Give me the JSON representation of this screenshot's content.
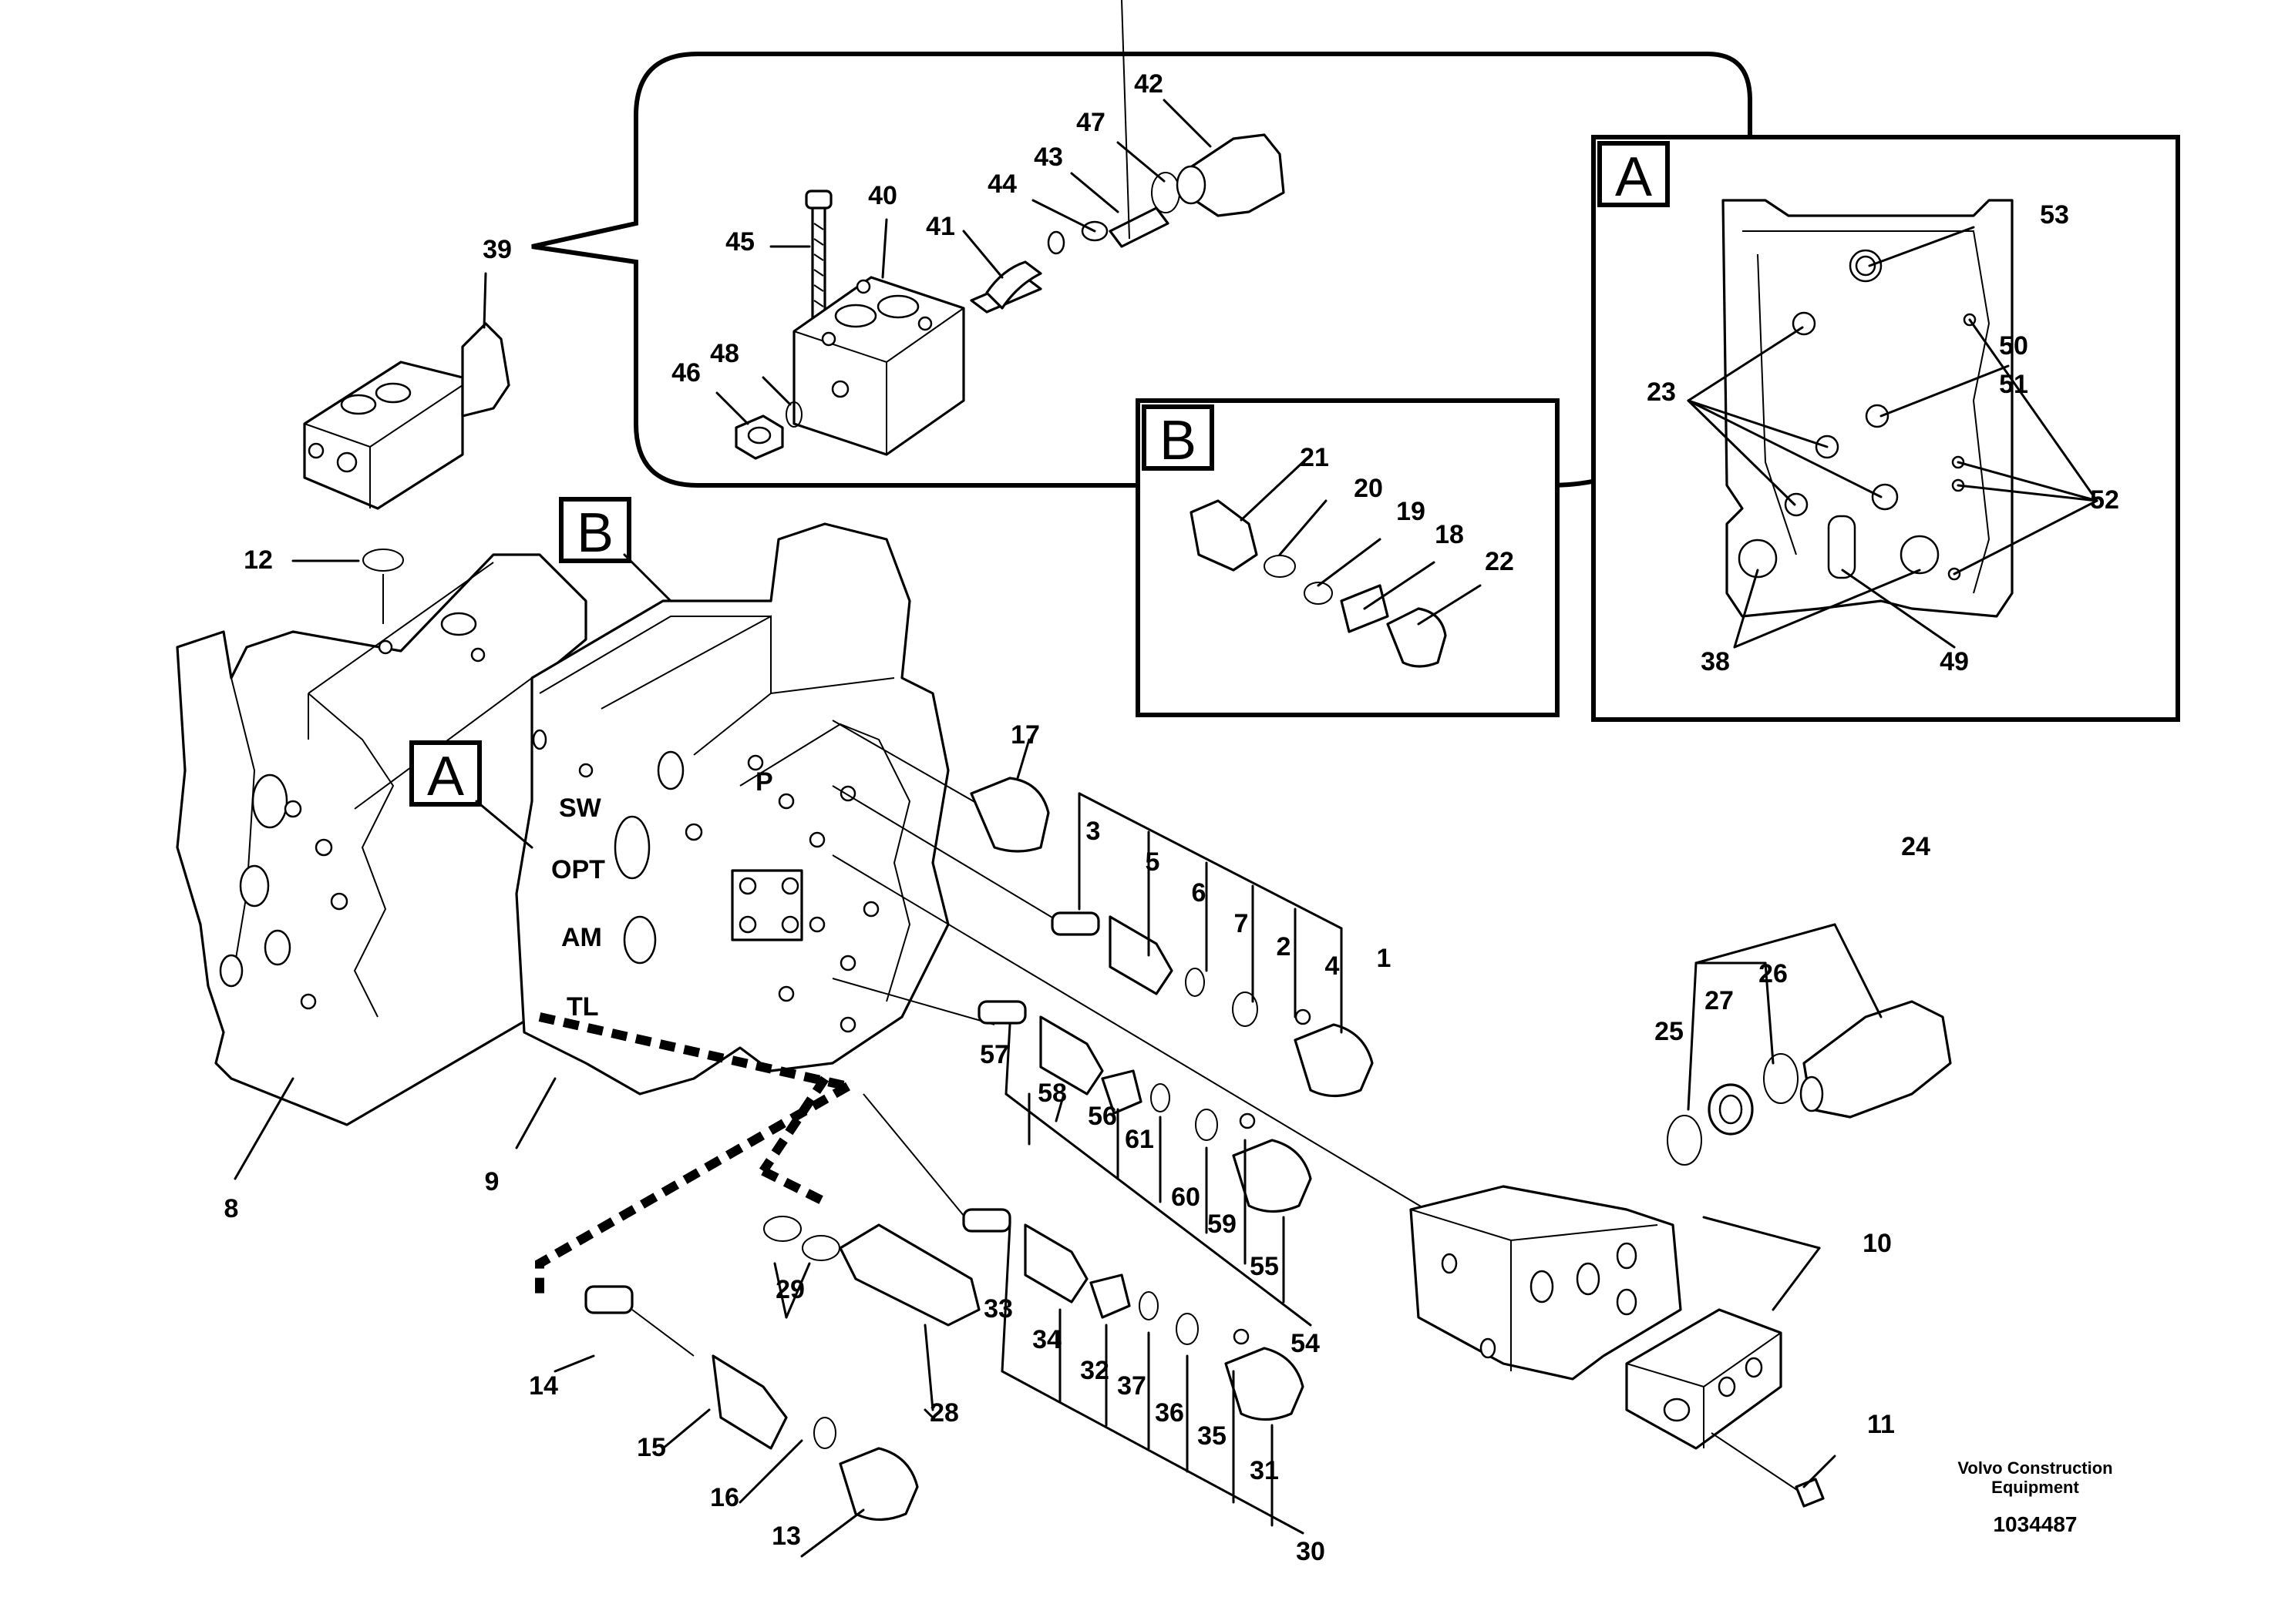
{
  "diagram": {
    "detail_tags": {
      "a": "A",
      "b": "B"
    },
    "valve_block_labels": {
      "sw": "SW",
      "opt": "OPT",
      "am": "AM",
      "tl": "TL",
      "p": "P"
    },
    "part_numbers": [
      "1",
      "2",
      "3",
      "4",
      "5",
      "6",
      "7",
      "8",
      "9",
      "10",
      "11",
      "12",
      "13",
      "14",
      "15",
      "16",
      "17",
      "18",
      "19",
      "20",
      "21",
      "22",
      "23",
      "24",
      "25",
      "26",
      "27",
      "28",
      "29",
      "30",
      "31",
      "32",
      "33",
      "34",
      "35",
      "36",
      "37",
      "38",
      "39",
      "40",
      "41",
      "42",
      "43",
      "44",
      "45",
      "46",
      "47",
      "48",
      "49",
      "50",
      "51",
      "52",
      "53",
      "54",
      "55",
      "56",
      "57",
      "58",
      "59",
      "60",
      "61"
    ],
    "publisher": {
      "line1": "Volvo Construction",
      "line2": "Equipment"
    },
    "drawing_number": "1034487"
  }
}
